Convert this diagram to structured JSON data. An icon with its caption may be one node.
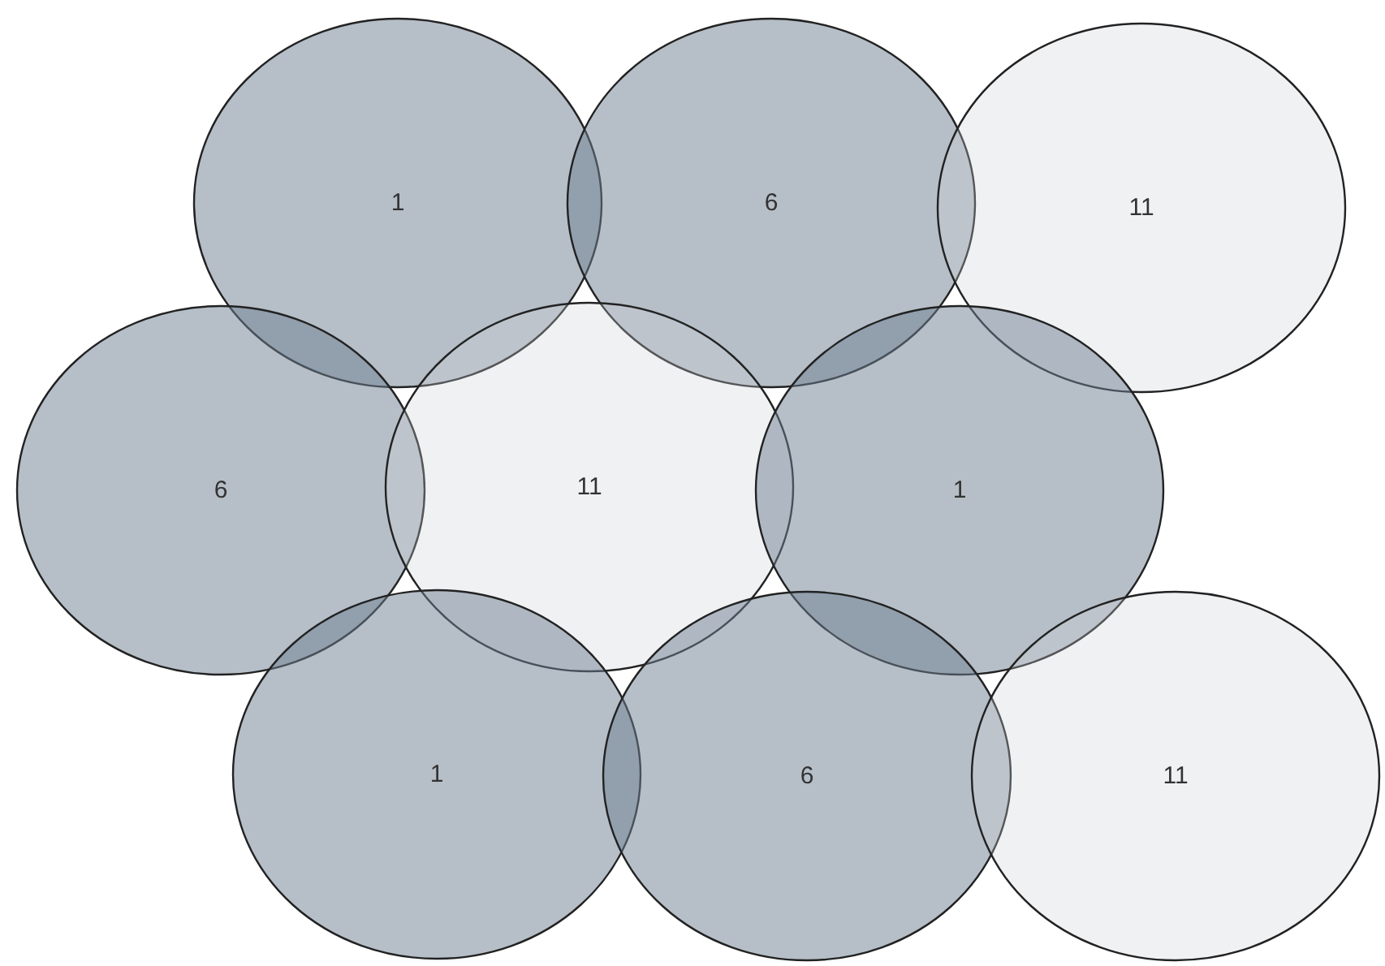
{
  "diagram": {
    "nodes": [
      {
        "text": [
          "1"
        ]
      },
      {
        "text": [
          "6"
        ]
      },
      {
        "text": [
          "11"
        ]
      },
      {
        "text": [
          "6"
        ]
      },
      {
        "text": [
          "11"
        ]
      },
      {
        "text": [
          "1"
        ]
      },
      {
        "text": [
          "1"
        ]
      },
      {
        "text": [
          "6"
        ]
      },
      {
        "text": [
          "11"
        ]
      }
    ]
  }
}
